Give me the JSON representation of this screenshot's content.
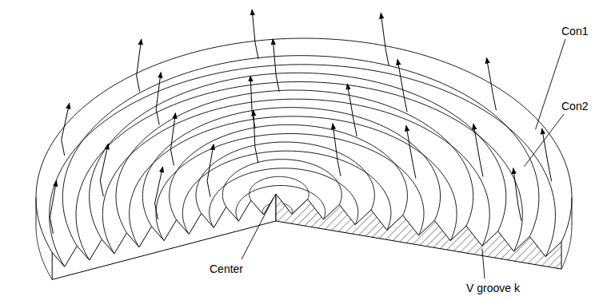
{
  "diagram": {
    "labels": [
      "Con1",
      "Con2",
      "Center",
      "V groove k"
    ]
  }
}
